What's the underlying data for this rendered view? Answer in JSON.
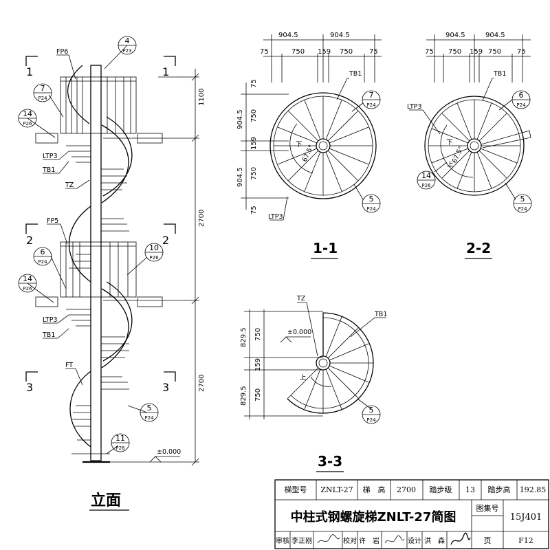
{
  "elevation": {
    "section_marks": {
      "s1": "1",
      "s2": "2",
      "s3": "3"
    },
    "labels": {
      "fp6": "FP6",
      "fp5": "FP5",
      "ltp3": "LTP3",
      "tb1": "TB1",
      "tz": "TZ",
      "ft": "FT"
    },
    "callouts": {
      "c4": {
        "num": "4",
        "ref": "P23"
      },
      "c7": {
        "num": "7",
        "ref": "P24"
      },
      "c14a": {
        "num": "14",
        "ref": "P26"
      },
      "c6": {
        "num": "6",
        "ref": "P24"
      },
      "c10": {
        "num": "10",
        "ref": "P26"
      },
      "c14b": {
        "num": "14",
        "ref": "P26"
      },
      "c5": {
        "num": "5",
        "ref": "P24"
      },
      "c11": {
        "num": "11",
        "ref": "P26"
      }
    },
    "dims": {
      "d1100": "1100",
      "d2700a": "2700",
      "d2700b": "2700"
    },
    "level": "±0.000",
    "caption": "立面"
  },
  "plan1": {
    "top_dims": {
      "a": "904.5",
      "b": "904.5",
      "c1": "75",
      "c2": "750",
      "c3": "159",
      "c4": "750",
      "c5": "75"
    },
    "side_dims": {
      "a": "75",
      "b": "750",
      "c": "904.5",
      "d": "159",
      "e": "904.5",
      "f": "750",
      "g": "75"
    },
    "labels": {
      "tb1": "TB1",
      "ltp3": "LTP3",
      "down": "下",
      "angle": "67.5°"
    },
    "callouts": {
      "c7": {
        "num": "7",
        "ref": "P24"
      },
      "c5": {
        "num": "5",
        "ref": "P24"
      }
    },
    "caption": "1-1"
  },
  "plan2": {
    "top_dims": {
      "a": "904.5",
      "b": "904.5",
      "c1": "75",
      "c2": "750",
      "c3": "159",
      "c4": "750",
      "c5": "75"
    },
    "labels": {
      "tb1": "TB1",
      "ltp3": "LTP3",
      "down": "下",
      "up": "上",
      "angle": "67.5°"
    },
    "callouts": {
      "c6": {
        "num": "6",
        "ref": "P24"
      },
      "c14": {
        "num": "14",
        "ref": "P26"
      },
      "c5": {
        "num": "5",
        "ref": "P24"
      }
    },
    "caption": "2-2"
  },
  "plan3": {
    "side_dims": {
      "a": "829.5",
      "b": "750",
      "c": "159",
      "d": "829.5",
      "e": "750"
    },
    "labels": {
      "tz": "TZ",
      "tb1": "TB1",
      "up": "上",
      "level": "±0.000"
    },
    "callouts": {
      "c5": {
        "num": "5",
        "ref": "P24"
      }
    },
    "caption": "3-3"
  },
  "title_block": {
    "r1": [
      "梯型号",
      "ZNLT-27",
      "梯　高",
      "2700",
      "踏步级",
      "13",
      "踏步高",
      "192.85"
    ],
    "title": "中柱式钢螺旋梯ZNLT-27简图",
    "atlas_label": "图集号",
    "atlas_no": "15J401",
    "r3": [
      "审核",
      "李正刚",
      "校对",
      "许　岩",
      "设计",
      "洪　森",
      "页",
      "F12"
    ]
  }
}
